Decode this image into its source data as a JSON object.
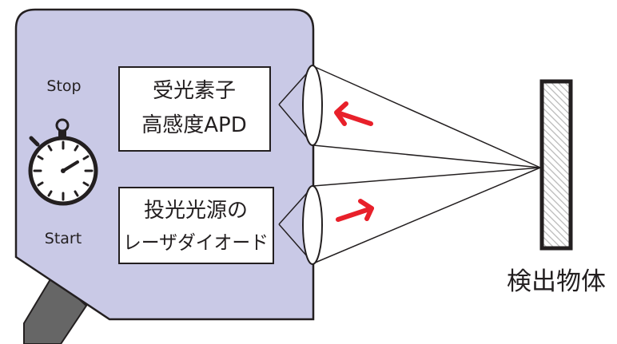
{
  "sensor": {
    "stop_label": "Stop",
    "start_label": "Start",
    "receiver": {
      "line1": "受光素子",
      "line2": "高感度APD"
    },
    "emitter": {
      "line1": "投光光源の",
      "line2": "レーザダイオード"
    }
  },
  "target": {
    "label": "検出物体"
  },
  "colors": {
    "sensor_body": "#c9c9e6",
    "outline": "#231f20",
    "arrow": "#e8202a",
    "cable": "#666666",
    "target_hatch": "#b8b8b8"
  },
  "icons": [
    "stopwatch-icon",
    "lens-icon",
    "arrow-left-icon",
    "arrow-right-icon"
  ]
}
